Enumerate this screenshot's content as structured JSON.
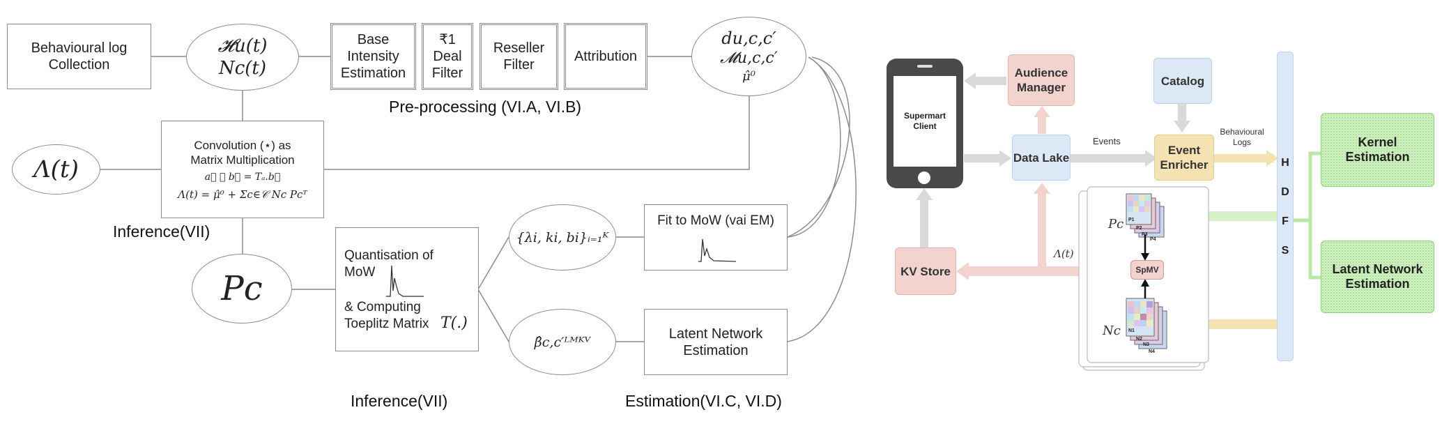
{
  "left": {
    "nodes": {
      "behav_log": "Behavioural log\nCollection",
      "hn_top": "𝓗u(t)",
      "hn_bottom": "Nc(t)",
      "base_intensity": "Base\nIntensity\nEstimation",
      "deal_filter": "₹1\nDeal\nFilter",
      "reseller_filter": "Reseller\nFilter",
      "attribution": "Attribution",
      "d_top": "du,c,c′",
      "d_mid": "𝓜u,c,c′",
      "d_bottom": "μ̂⁰",
      "lambda": "Λ(t)",
      "conv_title": "Convolution (⋆) as\nMatrix Multiplication",
      "conv_eq1": "a⃗ ⋆ b⃗ = Tₐ.b⃗",
      "conv_eq2": "Λ(t) = μ̂⁰ + Σc∈𝒞 Nc Pcᵀ",
      "pc": "Pc",
      "quant_line1": "Quantisation of\nMoW",
      "quant_line2": "& Computing\nToeplitz Matrix",
      "quant_math": "T(.)",
      "lkb": "{λi, ki, bi}ᵢ₌₁ᴷ",
      "beta": "β̂c,c′ᴸᴹᴷⱽ",
      "fit_mow": "Fit to MoW (vai EM)",
      "latent": "Latent Network\nEstimation"
    },
    "captions": {
      "preprocessing": "Pre-processing (VI.A, VI.B)",
      "inference_mid": "Inference(VII)",
      "inference_bottom": "Inference(VII)",
      "estimation": "Estimation(VI.C, VI.D)"
    }
  },
  "right": {
    "phone_label": "Supermart\nClient",
    "audience_manager": "Audience\nManager",
    "catalog": "Catalog",
    "data_lake": "Data Lake",
    "event_enricher": "Event\nEnricher",
    "events_label": "Events",
    "behavioural_logs_label": "Behavioural\nLogs",
    "hdfs": [
      "H",
      "D",
      "F",
      "S"
    ],
    "kernel_estimation": "Kernel\nEstimation",
    "latent_network_estimation": "Latent Network\nEstimation",
    "kv_store": "KV Store",
    "spmv": "SpMV",
    "lambda_label": "Λ(t)",
    "pc_label": "Pc",
    "nc_label": "Nc",
    "p_tiles": [
      "P1",
      "P2",
      "P3",
      "P4"
    ],
    "n_tiles": [
      "N1",
      "N2",
      "N3",
      "N4"
    ],
    "colors": {
      "pink": "#f2d3cd",
      "blue": "#dce8f5",
      "yellow": "#f5e2b3",
      "green": "#cdeec0",
      "gray_arrow": "#d9d9d9"
    }
  }
}
